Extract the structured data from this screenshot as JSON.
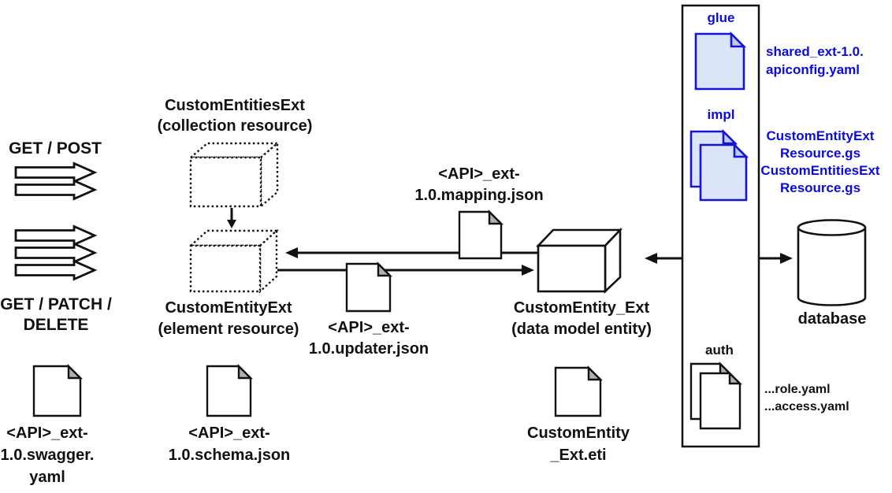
{
  "labels": {
    "get_post": "GET / POST",
    "get_patch_delete": [
      "GET / PATCH /",
      "DELETE"
    ],
    "collection": [
      "CustomEntitiesExt",
      "(collection resource)"
    ],
    "element": [
      "CustomEntityExt",
      "(element resource)"
    ],
    "data_model": [
      "CustomEntity_Ext",
      "(data model entity)"
    ],
    "mapping": [
      "<API>_ext-",
      "1.0.mapping.json"
    ],
    "updater": [
      "<API>_ext-",
      "1.0.updater.json"
    ],
    "swagger": [
      "<API>_ext-",
      "1.0.swagger.",
      "yaml"
    ],
    "schema": [
      "<API>_ext-",
      "1.0.schema.json"
    ],
    "eti": [
      "CustomEntity",
      "_Ext.eti"
    ],
    "glue": "glue",
    "impl": "impl",
    "auth": "auth",
    "apiconfig": [
      "shared_ext-1.0.",
      "apiconfig.yaml"
    ],
    "impl_files": [
      "CustomEntityExt",
      "Resource.gs",
      "CustomEntitiesExt",
      "Resource.gs"
    ],
    "auth_files": [
      "...role.yaml",
      "...access.yaml"
    ],
    "database": "database"
  },
  "colors": {
    "accent_blue": "#0a0ae0",
    "doc_blue_border": "#1414d2",
    "doc_blue_fill": "#dce4f8",
    "doc_blue_fold": "#c3c9ea",
    "doc_gray_fold": "#b0b0b0",
    "line_black": "#111111"
  }
}
